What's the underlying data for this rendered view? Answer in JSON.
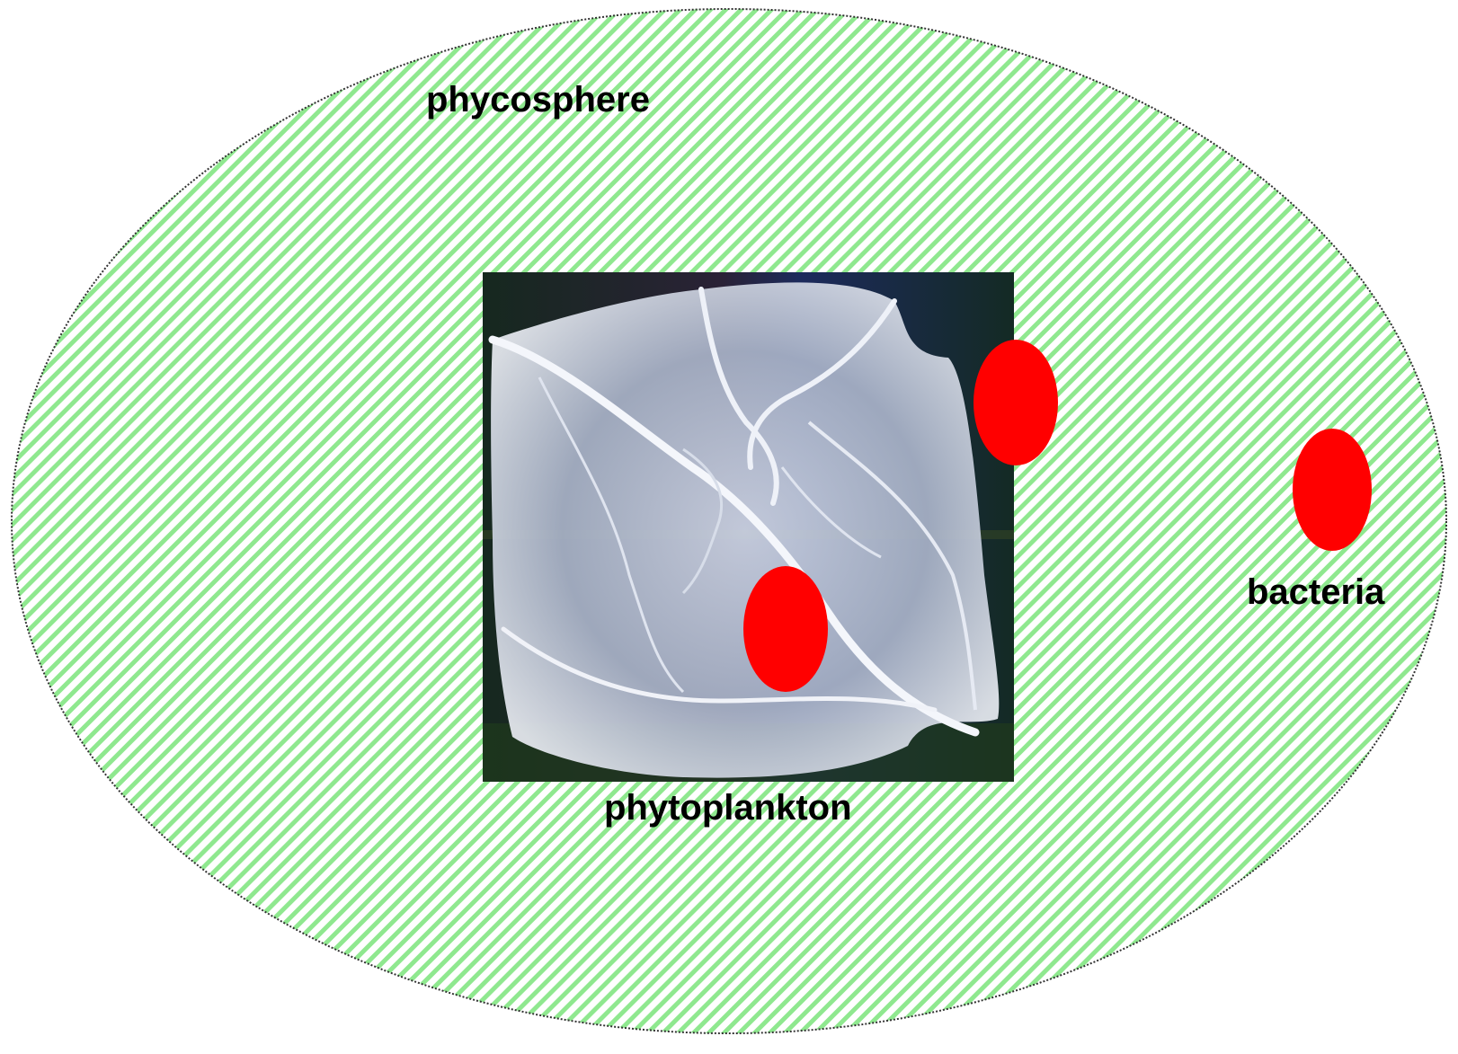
{
  "labels": {
    "phycosphere": "phycosphere",
    "phytoplankton": "phytoplankton",
    "bacteria": "bacteria"
  },
  "colors": {
    "sphere_fill": "#ffffff",
    "sphere_hatch": "#8fe88f",
    "sphere_border": "#333333",
    "bacteria": "#ff0000",
    "micrograph_bg": "#1a2a26"
  },
  "icons": {
    "phytoplankton_image": "sem-micrograph-dinoflagellate"
  }
}
